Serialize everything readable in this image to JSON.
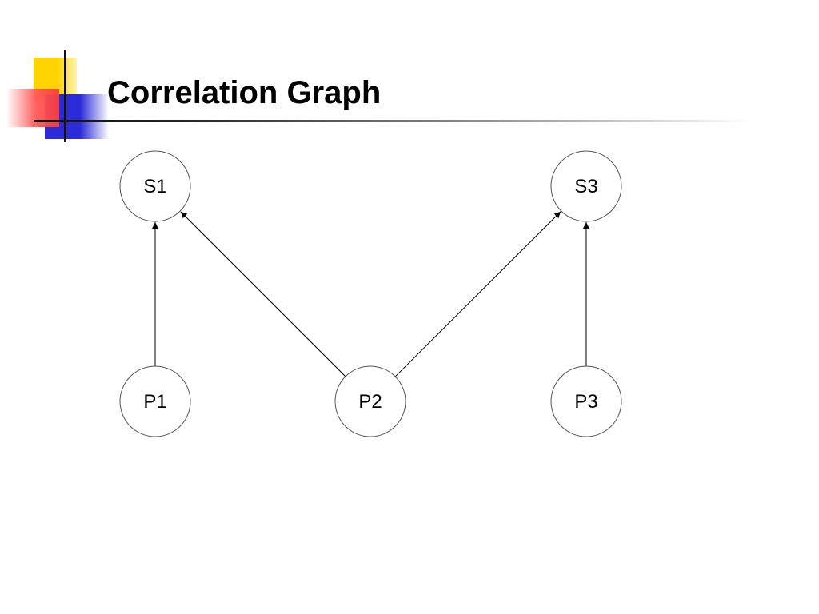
{
  "slide": {
    "title": "Correlation Graph"
  },
  "diagram": {
    "nodes": [
      {
        "id": "S1",
        "label": "S1"
      },
      {
        "id": "S3",
        "label": "S3"
      },
      {
        "id": "P1",
        "label": "P1"
      },
      {
        "id": "P2",
        "label": "P2"
      },
      {
        "id": "P3",
        "label": "P3"
      }
    ],
    "edges": [
      {
        "from": "P1",
        "to": "S1"
      },
      {
        "from": "P2",
        "to": "S1"
      },
      {
        "from": "P2",
        "to": "S3"
      },
      {
        "from": "P3",
        "to": "S3"
      }
    ]
  },
  "colors": {
    "logo_yellow": "#ffd400",
    "logo_blue": "#2b2bd9",
    "logo_red": "#ff3b3b",
    "node_stroke": "#555555",
    "edge_stroke": "#000000"
  }
}
